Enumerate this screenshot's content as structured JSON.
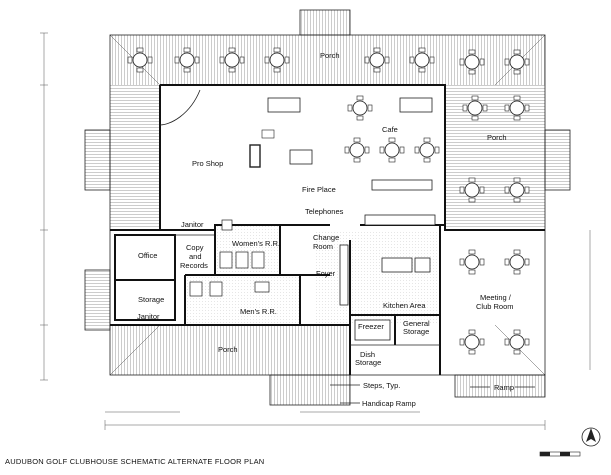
{
  "title": "AUDUBON GOLF CLUBHOUSE SCHEMATIC ALTERNATE FLOOR PLAN",
  "rooms": {
    "porch_top": "Porch",
    "porch_right": "Porch",
    "porch_bottom": "Porch",
    "cafe": "Cafe",
    "pro_shop": "Pro Shop",
    "fire_place": "Fire Place",
    "telephones": "Telephones",
    "janitor_upper": "Janitor",
    "womens_rr": "Women's R.R.",
    "change_room_1": "Change",
    "change_room_2": "Room",
    "office": "Office",
    "copy_1": "Copy",
    "copy_2": "and",
    "copy_3": "Records",
    "foyer": "Foyer",
    "storage": "Storage",
    "janitor_lower": "Janitor",
    "mens_rr": "Men's R.R.",
    "kitchen": "Kitchen Area",
    "freezer": "Freezer",
    "general_storage_1": "General",
    "general_storage_2": "Storage",
    "dish_storage_1": "Dish",
    "dish_storage_2": "Storage",
    "meeting_1": "Meeting /",
    "meeting_2": "Club Room"
  },
  "callouts": {
    "steps": "Steps, Typ.",
    "handicap_ramp": "Handicap Ramp",
    "ramp": "Ramp"
  }
}
